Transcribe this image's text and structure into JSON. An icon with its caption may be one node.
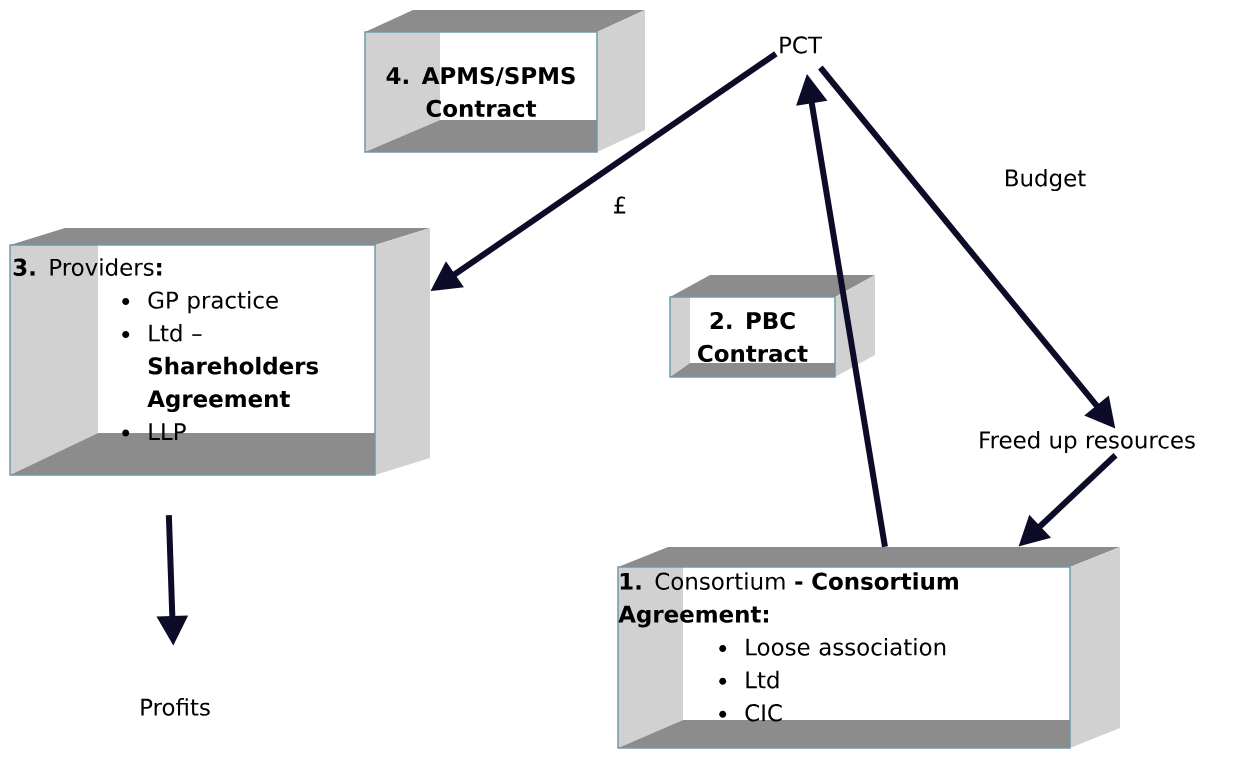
{
  "diagram": {
    "nodes": [
      {
        "text": [
          "4. APMS/SPMS Contract"
        ]
      },
      {
        "text": [
          "PCT"
        ]
      },
      {
        "text": [
          "**3.** Providers**:**",
          "GP practice",
          "Ltd – **Shareholders Agreement**",
          "LLP"
        ]
      },
      {
        "text": [
          "2. PBC Contract"
        ]
      },
      {
        "text": [
          "Freed up resources"
        ]
      },
      {
        "text": [
          "**1.** Consortium **- Consortium Agreement:**",
          "Loose association",
          "Ltd",
          "CIC"
        ]
      },
      {
        "text": [
          "Profits"
        ]
      }
    ],
    "edges": [
      {
        "from": 1,
        "to": 2,
        "arrow": "to",
        "label": "£"
      },
      {
        "from": 5,
        "to": 1,
        "arrow": "to"
      },
      {
        "from": 1,
        "to": 4,
        "arrow": "to",
        "label": "Budget"
      },
      {
        "from": 4,
        "to": 5,
        "arrow": "to"
      },
      {
        "from": 2,
        "to": 6,
        "arrow": "to"
      }
    ]
  }
}
